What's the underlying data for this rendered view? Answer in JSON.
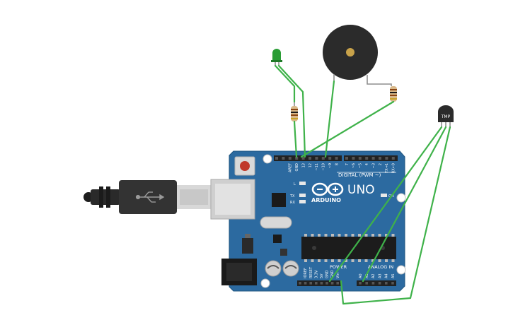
{
  "board": {
    "name": "UNO",
    "brand": "ARDUINO",
    "digital_label": "DIGITAL (PWM ~)",
    "power_label": "POWER",
    "analog_label": "ANALOG IN",
    "led_l": "L",
    "led_tx": "TX",
    "led_rx": "RX",
    "led_on": "ON",
    "top_pins": [
      "AREF",
      "GND",
      "13",
      "12",
      "~11",
      "~10",
      "~9",
      "8",
      "7",
      "~6",
      "~5",
      "4",
      "~3",
      "2",
      "TX→1",
      "RX←0"
    ],
    "power_pins": [
      "IOREF",
      "RESET",
      "3.3V",
      "5V",
      "GND",
      "GND",
      "Vin"
    ],
    "analog_pins": [
      "A0",
      "A1",
      "A2",
      "A3",
      "A4",
      "A5"
    ]
  },
  "sensor": {
    "label": "TMP"
  },
  "colors": {
    "board": "#2c6aa0",
    "wire": "#3fb24a",
    "led": "#2a9d35",
    "buzzer": "#2b2b2b"
  }
}
